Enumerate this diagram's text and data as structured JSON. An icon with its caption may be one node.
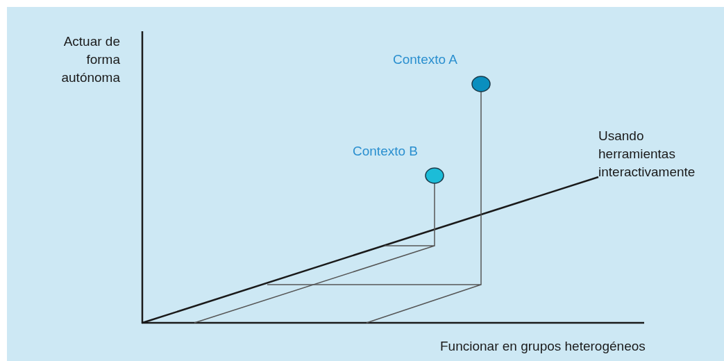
{
  "diagram": {
    "labels": [
      "Actuar de forma autónoma",
      "Contexto A",
      "Usando herramientas interactivamente",
      "Contexto B",
      "Funcionar en grupos heterogéneos"
    ]
  }
}
